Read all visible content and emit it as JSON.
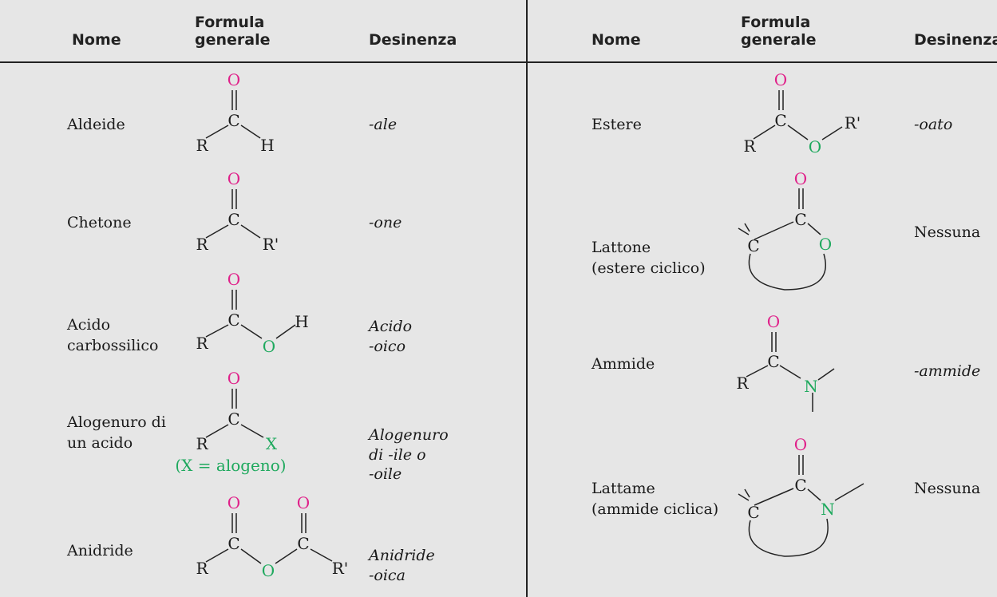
{
  "headers": {
    "left": {
      "name": "Nome",
      "formula": "Formula\ngenerale",
      "suffix": "Desinenza"
    },
    "right": {
      "name": "Nome",
      "formula": "Formula\ngenerale",
      "suffix": "Desinenza"
    }
  },
  "rows_left": [
    {
      "name": "Aldeide",
      "suffix": "-ale"
    },
    {
      "name": "Chetone",
      "suffix": "-one"
    },
    {
      "name": "Acido\ncarbossilico",
      "suffix": "Acido\n-oico"
    },
    {
      "name": "Alogenuro di\nun acido",
      "suffix": "Alogenuro\ndi -ile o\n-oile"
    },
    {
      "name": "Anidride",
      "suffix": "Anidride\n-oica"
    }
  ],
  "rows_right": [
    {
      "name": "Estere",
      "suffix": "-oato"
    },
    {
      "name": "Lattone\n(estere ciclico)",
      "suffix": "Nessuna"
    },
    {
      "name": "Ammide",
      "suffix": "-ammide"
    },
    {
      "name": "Lattame\n(ammide ciclica)",
      "suffix": "Nessuna"
    }
  ],
  "atoms": {
    "O": "O",
    "C": "C",
    "H": "H",
    "R": "R",
    "R2": "R'",
    "X": "X",
    "N": "N"
  },
  "notes": {
    "halogen": "(X = alogeno)"
  },
  "colors": {
    "oxygen": "#e0218a",
    "hetero": "#1fa95e",
    "text": "#1a1a1a",
    "background": "#e6e6e6"
  }
}
